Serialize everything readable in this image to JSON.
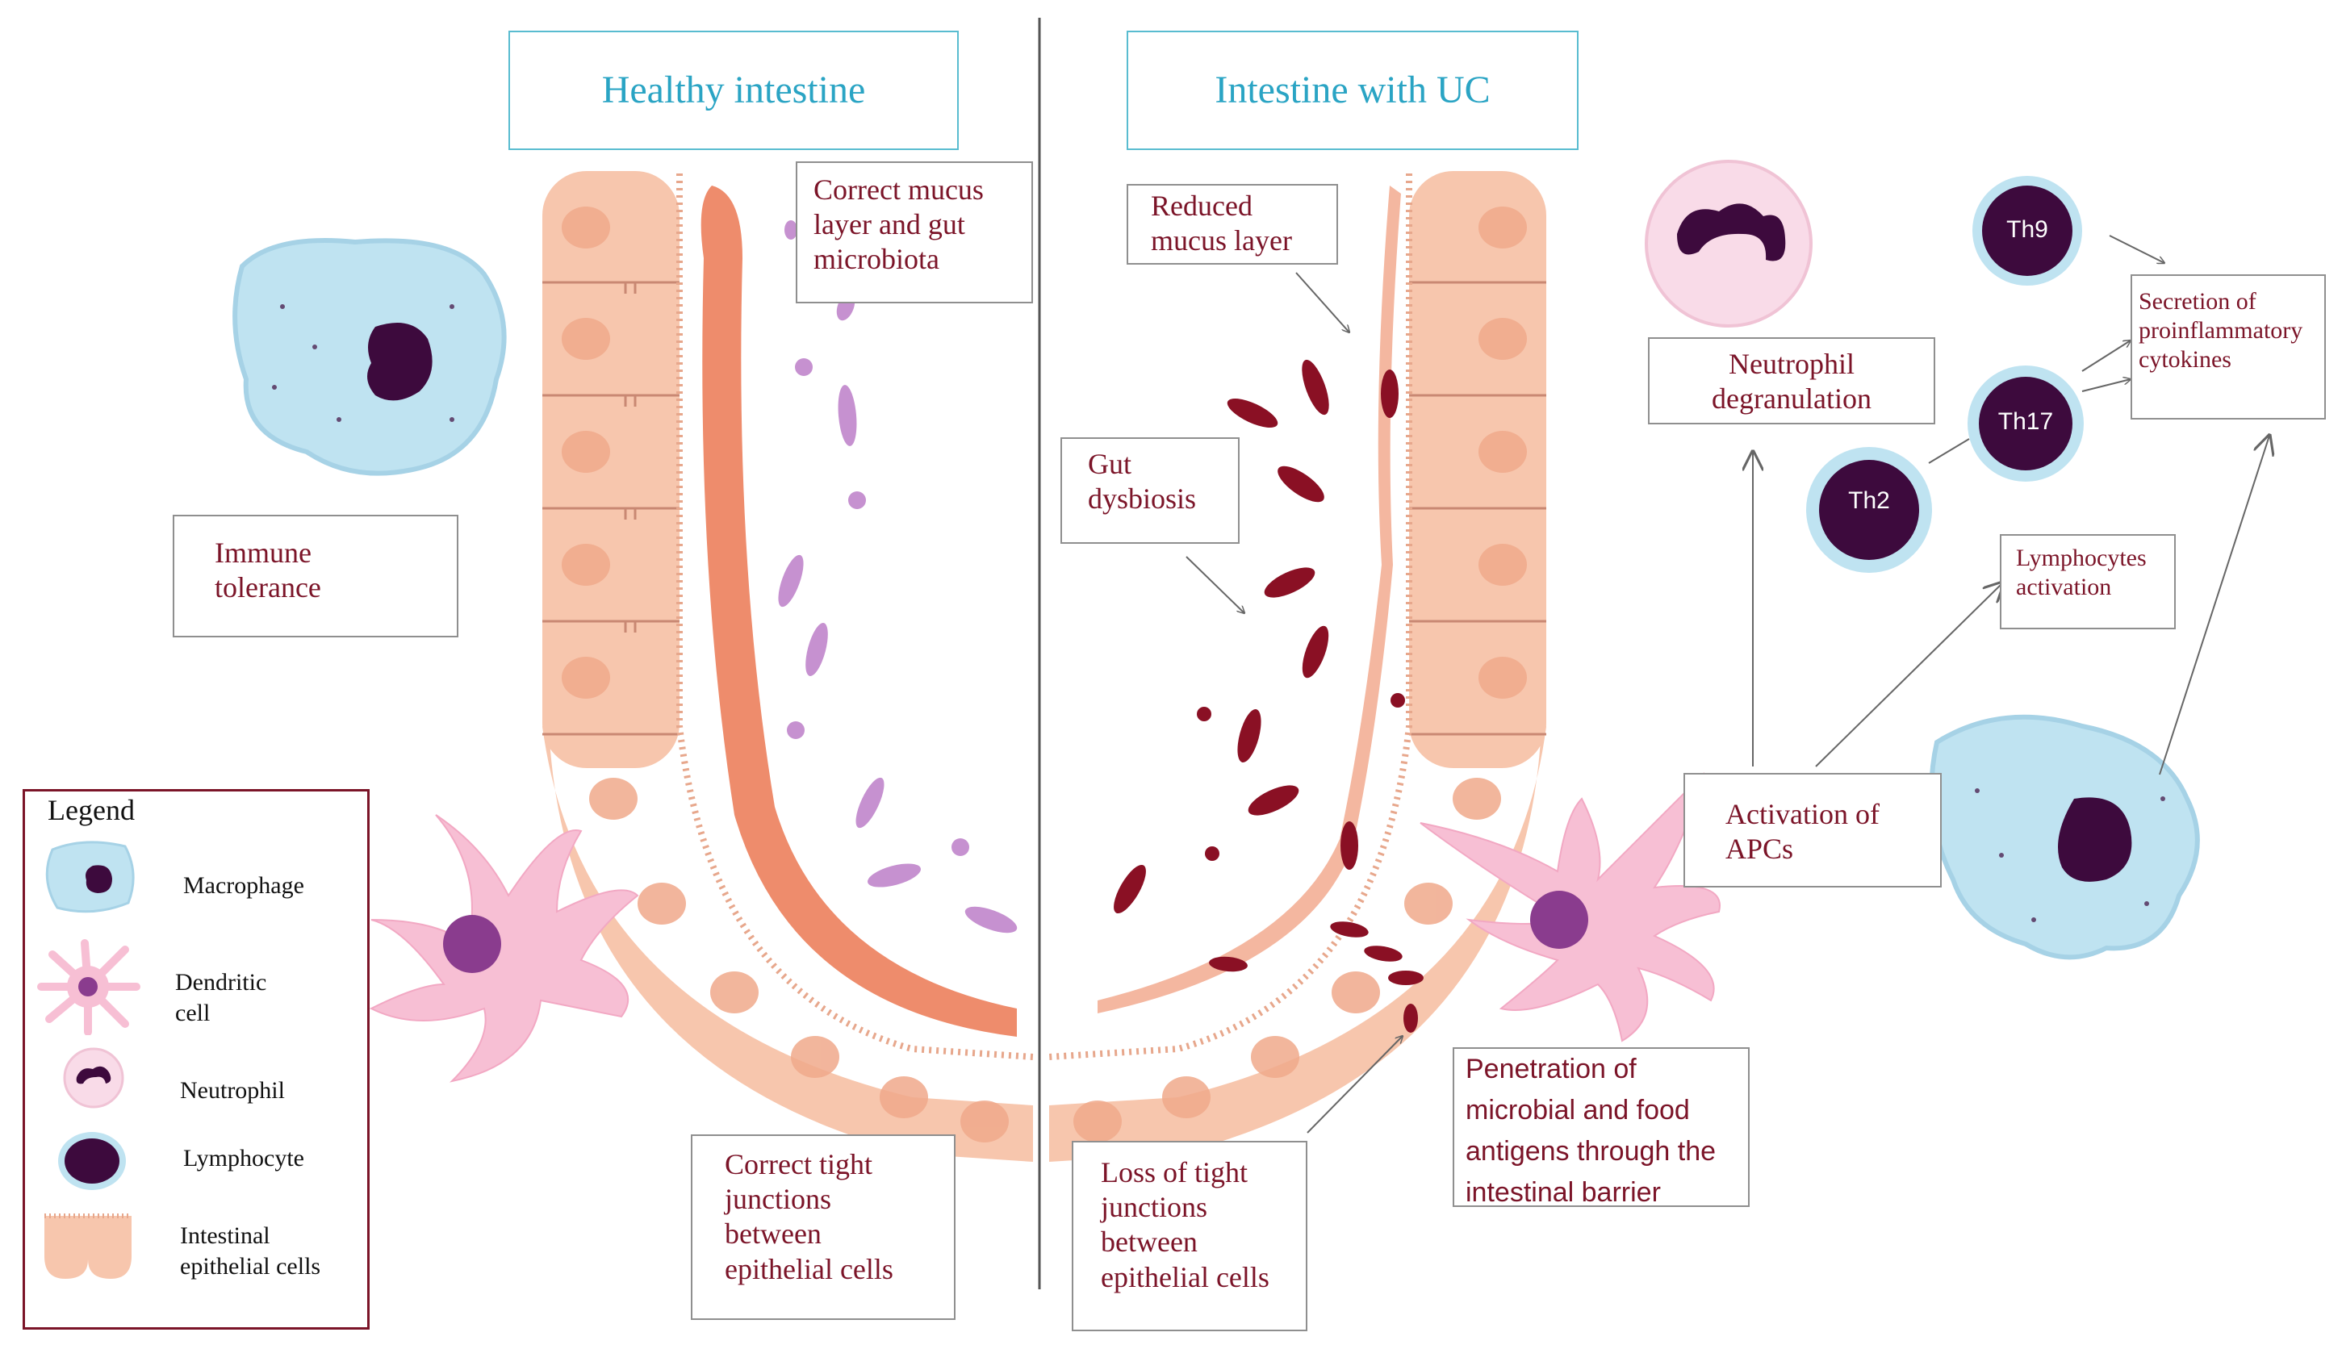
{
  "titles": {
    "healthy": "Healthy intestine",
    "uc": "Intestine with UC"
  },
  "labels": {
    "correct_mucus": "Correct mucus layer and gut microbiota",
    "immune_tolerance": "Immune tolerance",
    "correct_tight": "Correct tight junctions between epithelial cells",
    "reduced_mucus": "Reduced mucus layer",
    "gut_dysbiosis": "Gut dysbiosis",
    "loss_tight": "Loss of tight junctions between epithelial cells",
    "penetration": "Penetration of microbial and food antigens through the intestinal barrier",
    "neutrophil_degranulation": "Neutrophil degranulation",
    "lymphocytes_activation": "Lymphocytes activation",
    "activation_apcs": "Activation of APCs",
    "secretion": "Secretion of proinflammatory cytokines"
  },
  "lymphocytes": {
    "th9": "Th9",
    "th17": "Th17",
    "th2": "Th2"
  },
  "legend": {
    "title": "Legend",
    "items": [
      {
        "label": "Macrophage",
        "icon": "macrophage-icon"
      },
      {
        "label": "Dendritic cell",
        "icon": "dendritic-cell-icon"
      },
      {
        "label": "Neutrophil",
        "icon": "neutrophil-icon"
      },
      {
        "label": "Lymphocyte",
        "icon": "lymphocyte-icon"
      },
      {
        "label": "Intestinal epithelial cells",
        "icon": "epithelial-cells-icon"
      }
    ]
  },
  "colors": {
    "label_text": "#7b1428",
    "title_text": "#2aa4c4",
    "epithelium": "#f7c6ad",
    "mucus": "#ee8c6c",
    "healthy_microbiota": "#c691d0",
    "dysbiotic_bacteria": "#8a1024",
    "macrophage": "#bfe3f1",
    "dendritic": "#f7bfd4",
    "nucleus": "#3d0a3d"
  }
}
